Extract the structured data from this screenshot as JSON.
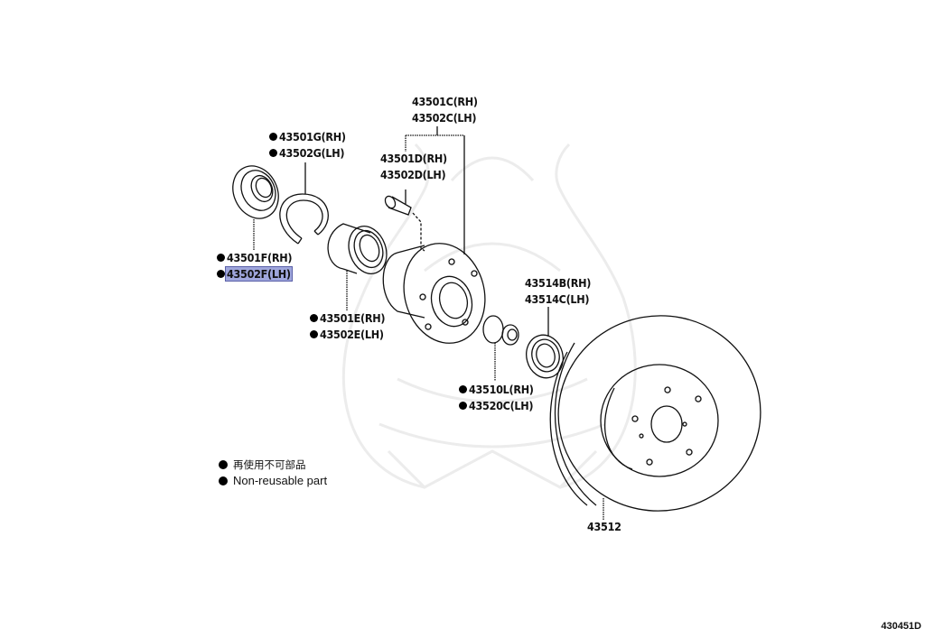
{
  "diagram": {
    "figure_id": "430451D",
    "parts": [
      {
        "id": "snap-ring",
        "lines": [
          {
            "code": "43501G(RH)",
            "non_reusable": true
          },
          {
            "code": "43502G(LH)",
            "non_reusable": true
          }
        ]
      },
      {
        "id": "oil-seal",
        "lines": [
          {
            "code": "43501F(RH)",
            "non_reusable": true
          },
          {
            "code": "43502F(LH)",
            "non_reusable": true,
            "highlighted": true
          }
        ]
      },
      {
        "id": "hub",
        "lines": [
          {
            "code": "43501C(RH)",
            "non_reusable": false
          },
          {
            "code": "43502C(LH)",
            "non_reusable": false
          }
        ]
      },
      {
        "id": "hub-bolt",
        "lines": [
          {
            "code": "43501D(RH)",
            "non_reusable": false
          },
          {
            "code": "43502D(LH)",
            "non_reusable": false
          }
        ]
      },
      {
        "id": "bearing",
        "lines": [
          {
            "code": "43501E(RH)",
            "non_reusable": true
          },
          {
            "code": "43502E(LH)",
            "non_reusable": true
          }
        ]
      },
      {
        "id": "hub-nut",
        "lines": [
          {
            "code": "43510L(RH)",
            "non_reusable": true
          },
          {
            "code": "43520C(LH)",
            "non_reusable": true
          }
        ]
      },
      {
        "id": "inner-seal",
        "lines": [
          {
            "code": "43514B(RH)",
            "non_reusable": false
          },
          {
            "code": "43514C(LH)",
            "non_reusable": false
          }
        ]
      },
      {
        "id": "disc-rotor",
        "lines": [
          {
            "code": "43512",
            "non_reusable": false
          }
        ]
      }
    ],
    "legend": {
      "japanese": "再使用不可部品",
      "english": "Non-reusable part"
    },
    "colors": {
      "highlight": "#9fa6dc",
      "highlight_border": "#5a60a8",
      "line": "#111111",
      "watermark": "#ececec"
    }
  }
}
